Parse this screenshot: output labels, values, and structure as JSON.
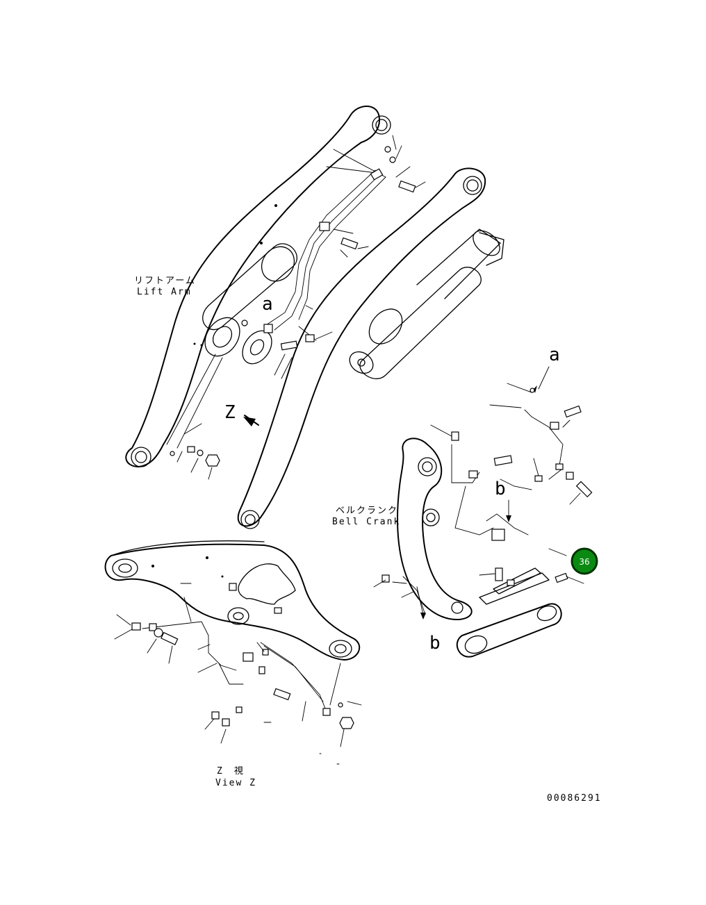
{
  "labels": {
    "lift_arm_jp": "リフトアーム",
    "lift_arm_en": "Lift Arm",
    "bell_crank_jp": "ベルクランク",
    "bell_crank_en": "Bell Crank",
    "view_z_jp": "Z　視",
    "view_z_en": "View Z",
    "z_marker": "Z",
    "ref_a_main": "a",
    "ref_a_detail": "a",
    "ref_b_top": "b",
    "ref_b_bottom": "b",
    "drawing_number": "00086291"
  },
  "callout": {
    "number": "36",
    "color": "#0a8a12"
  }
}
